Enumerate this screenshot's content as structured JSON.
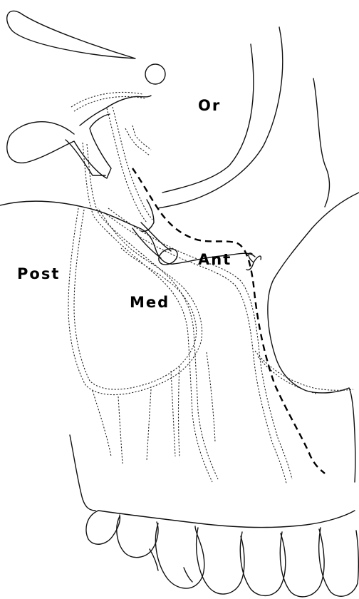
{
  "labels": {
    "orbit": "Or",
    "anterior": "Ant",
    "posterior": "Post",
    "medial": "Med"
  },
  "colors": {
    "line": "#111111",
    "background": "#ffffff"
  }
}
